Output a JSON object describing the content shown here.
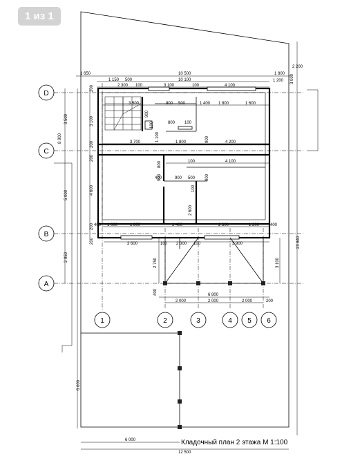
{
  "viewer": {
    "page_counter": "1 из 1"
  },
  "plan": {
    "title": "Кладочный план 2 этажа М 1:100",
    "axes_letters": [
      "D",
      "C",
      "B",
      "A"
    ],
    "axes_numbers": [
      "1",
      "2",
      "3",
      "4",
      "5",
      "6"
    ],
    "dims_top": {
      "overall_left": "1 650",
      "overall_mid": "10 500",
      "overall_right": "1 800",
      "r2200": "2 200",
      "r1200": "1 200",
      "r3000": "3 000",
      "row2_a": "1 150",
      "row2_b": "500",
      "row2_c": "10 100",
      "row3_a": "2 300",
      "row3_b": "100",
      "row3_c": "3 100",
      "row3_d": "100",
      "row3_e": "4 100"
    },
    "dims_left": {
      "v200a": "200",
      "v3500": "3 500",
      "v8900": "8 900",
      "v3100": "3 100",
      "v200b": "200",
      "v200c": "200",
      "v4600": "4 600",
      "v5000": "5 000",
      "v200d": "200",
      "v200e": "200",
      "v2950": "2 950",
      "v6000": "6 000"
    },
    "dims_interior": {
      "i900a": "900",
      "i500a": "500",
      "i1400": "1 400",
      "i1800a": "1 800",
      "i1600": "1 600",
      "i3500": "3 500",
      "i800": "800",
      "i100a": "100",
      "i100b": "100",
      "i3700": "3 700",
      "i1800b": "1 800",
      "i4200": "4 200",
      "i900b": "900",
      "i1100": "1 100",
      "i800b": "800",
      "i100c": "100",
      "i4100": "4 100",
      "i400a": "400",
      "i900c": "900",
      "i500b": "500",
      "i900d": "900",
      "i900e": "900",
      "i100d": "100",
      "i2600": "2 600",
      "i1000": "1 000",
      "i1800c": "1 800",
      "i3400": "3 400",
      "i2300": "2 300",
      "i1200": "1 200",
      "i400b": "400",
      "i400c": "400",
      "i3600": "3 600",
      "i100e": "100",
      "i2000a": "2 000",
      "i100f": "100",
      "i3900": "3 900",
      "i2750": "2 750",
      "i3100": "3 100",
      "i23840": "23 840"
    },
    "dims_bottom": {
      "b400": "400",
      "b6800": "6 800",
      "b2000a": "2 000",
      "b2000b": "2 000",
      "b2000c": "2 000",
      "b200": "200",
      "b6000": "6 000",
      "b12500": "12 500"
    }
  }
}
